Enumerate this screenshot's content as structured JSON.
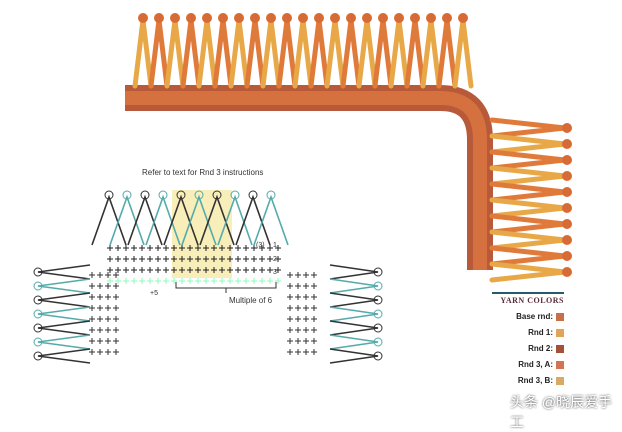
{
  "diagram": {
    "note_top": "Refer to text for Rnd 3 instructions",
    "note_multiple": "Multiple of 6",
    "label_plus5": "+5",
    "row_labels": [
      "1",
      "2",
      "3",
      "(3)"
    ]
  },
  "legend": {
    "title": "YARN COLORS",
    "items": [
      {
        "label": "Base rnd:",
        "color": "#c8704a"
      },
      {
        "label": "Rnd 1:",
        "color": "#e2a455"
      },
      {
        "label": "Rnd 2:",
        "color": "#a5503a"
      },
      {
        "label": "Rnd 3, A:",
        "color": "#d37552"
      },
      {
        "label": "Rnd 3, B:",
        "color": "#d9ab62"
      }
    ]
  },
  "watermark": "头条 @晓辰爱手工"
}
